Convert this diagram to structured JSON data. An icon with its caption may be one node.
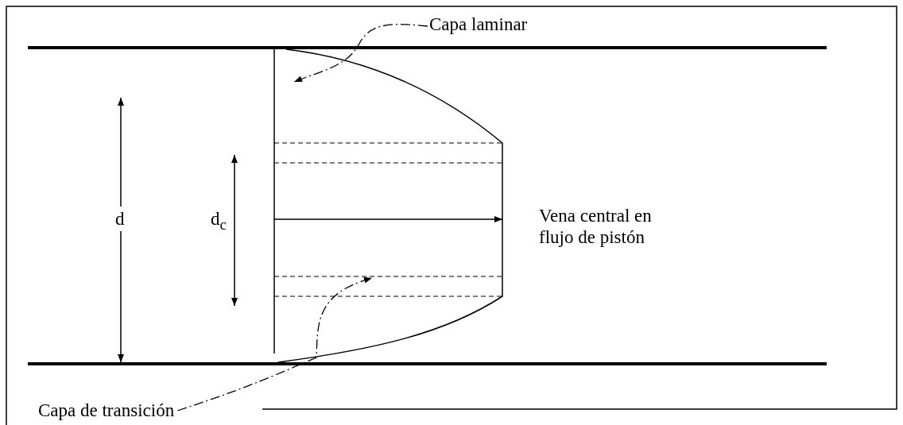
{
  "diagram": {
    "nodes": [
      {
        "text": [
          "Capa laminar"
        ]
      },
      {
        "text": [
          "Capa de transición"
        ]
      }
    ],
    "edges": [
      {
        "from": 0,
        "to": null,
        "arrow": "to",
        "style": "dashed"
      },
      {
        "from": 1,
        "to": null,
        "arrow": "to",
        "style": "dashed"
      }
    ],
    "labels": [
      "d",
      "d$_{c}$",
      "Vena central en flujo de pistón"
    ]
  }
}
